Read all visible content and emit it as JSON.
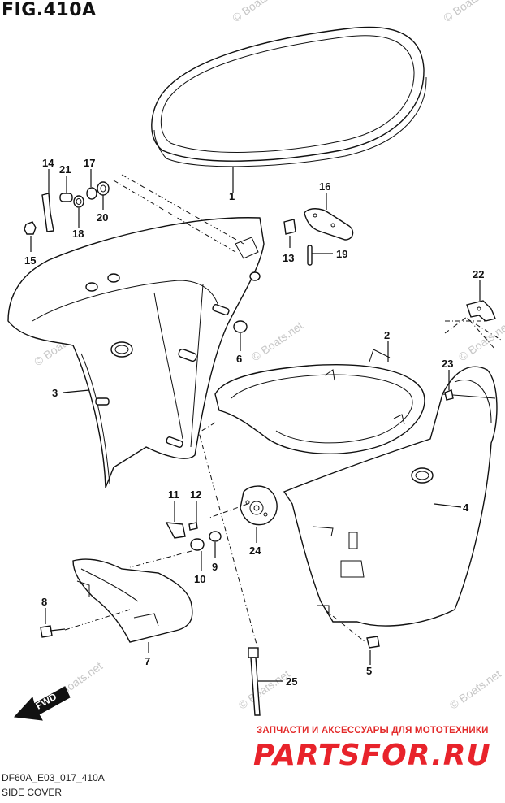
{
  "figure_title": "FIG.410A",
  "footer": {
    "code": "DF60A_E03_017_410A",
    "name": "SIDE COVER"
  },
  "ad": {
    "subtitle": "ЗАПЧАСТИ И АКСЕССУАРЫ ДЛЯ МОТОТЕХНИКИ",
    "logo": "PARTSFOR.RU"
  },
  "watermarks": [
    "© Boats.net",
    "© Boats.net",
    "© Boats.net",
    "© Boats.net",
    "© Boats.net",
    "© Boats.net",
    "© Boats.net",
    "© Boats.net"
  ],
  "fwd_arrow": "FWD",
  "callouts": {
    "c1": "1",
    "c2": "2",
    "c3": "3",
    "c4": "4",
    "c5": "5",
    "c6": "6",
    "c7": "7",
    "c8": "8",
    "c9": "9",
    "c10": "10",
    "c11": "11",
    "c12": "12",
    "c13": "13",
    "c14": "14",
    "c15": "15",
    "c16": "16",
    "c17": "17",
    "c18": "18",
    "c19": "19",
    "c20": "20",
    "c21": "21",
    "c22": "22",
    "c23": "23",
    "c24": "24",
    "c25": "25"
  }
}
